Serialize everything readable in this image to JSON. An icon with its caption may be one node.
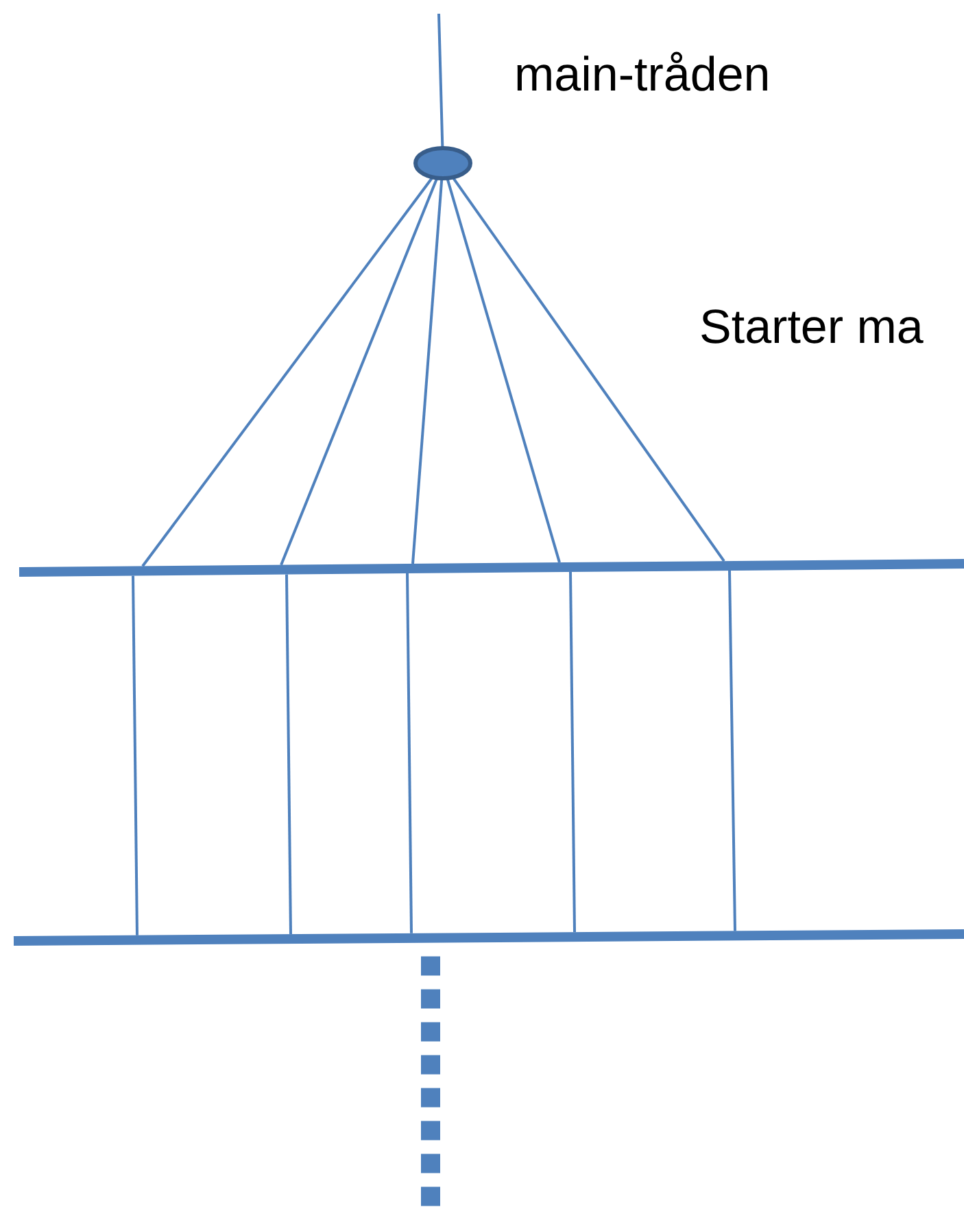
{
  "diagram": {
    "nodes": [
      {
        "text": [],
        "shape": "circle"
      },
      {
        "text": [],
        "shape": "bar"
      },
      {
        "text": [],
        "shape": "bar"
      }
    ],
    "edges": [
      {
        "from": null,
        "to": 0,
        "arrow": "none"
      },
      {
        "from": 0,
        "to": 1,
        "arrow": "none"
      },
      {
        "from": 0,
        "to": 1,
        "arrow": "none"
      },
      {
        "from": 0,
        "to": 1,
        "arrow": "none"
      },
      {
        "from": 0,
        "to": 1,
        "arrow": "none"
      },
      {
        "from": 0,
        "to": 1,
        "arrow": "none"
      },
      {
        "from": 1,
        "to": 2,
        "arrow": "none"
      },
      {
        "from": 1,
        "to": 2,
        "arrow": "none"
      },
      {
        "from": 1,
        "to": 2,
        "arrow": "none"
      },
      {
        "from": 1,
        "to": 2,
        "arrow": "none"
      },
      {
        "from": 1,
        "to": 2,
        "arrow": "none"
      },
      {
        "from": 2,
        "to": null,
        "arrow": "none",
        "style": "dashed"
      }
    ],
    "labels": [
      "main-tråden",
      "Starter ma"
    ]
  }
}
